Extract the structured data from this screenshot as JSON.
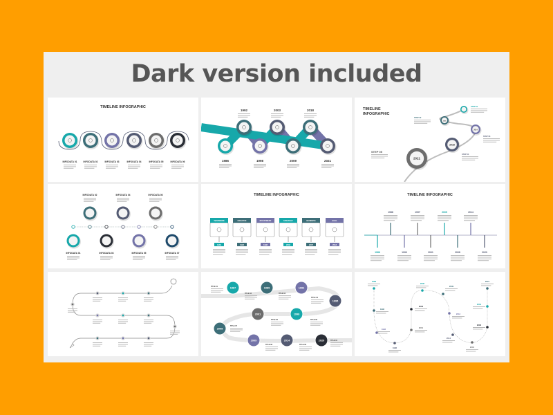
{
  "headline": "Dark version included",
  "colors": {
    "background": "#FF9E00",
    "panel": "#efefef",
    "teal": "#17a8aa",
    "darkTeal": "#3d6e78",
    "purple": "#7373a8",
    "slate": "#545b73",
    "grey": "#6d6d6d",
    "black": "#2a2e36"
  },
  "slides": [
    {
      "title": "TIMELINE INFOGRAPHIC",
      "labels": [
        "INFODATA 01",
        "INFODATA 02",
        "INFODATA 03",
        "INFODATA 04",
        "INFODATA 05",
        "INFODATA 06"
      ]
    },
    {
      "top_years": [
        "1992",
        "2003",
        "2018"
      ],
      "bottom_years": [
        "1986",
        "1998",
        "2009",
        "2021"
      ]
    },
    {
      "title_line1": "TIMELINE",
      "title_line2": "INFOGRAPHIC",
      "years": [
        "2021",
        "2018",
        "2014",
        "2009"
      ],
      "steps": [
        "STEP 01",
        "STEP 02",
        "STEP 03",
        "STEP 04",
        "STEP 05"
      ]
    },
    {
      "labels": [
        "INFODATA 01",
        "INFODATA 02",
        "INFODATA 03",
        "INFODATA 04",
        "INFODATA 05",
        "INFODATA 06",
        "INFODATA 07"
      ]
    },
    {
      "title": "TIMELINE INFOGRAPHIC",
      "categories": [
        "TEAMWORK",
        "CREATIVE",
        "INVESTMENT",
        "STRATEGY",
        "BUSINESS",
        "GOAL"
      ],
      "years": [
        "1984",
        "1992",
        "1998",
        "2003",
        "2007",
        "2018"
      ]
    },
    {
      "title": "TIMELINE INFOGRAPHIC",
      "top_years": [
        "1988",
        "1997",
        "2005",
        "2014"
      ],
      "bottom_years": [
        "1986",
        "1993",
        "2001",
        "2008",
        "2020"
      ]
    },
    {},
    {
      "years": [
        "1987",
        "1989",
        "1992",
        "1995",
        "2001",
        "1998",
        "2005",
        "2009",
        "2014",
        "2020"
      ],
      "titles": [
        "TITLE 01",
        "TITLE 02",
        "TITLE 03",
        "TITLE 04",
        "TITLE 05",
        "TITLE 06",
        "TITLE 07",
        "TITLE 08",
        "TITLE 09",
        "TITLE 10"
      ]
    },
    {
      "years": [
        "1989",
        "1992",
        "1993",
        "1996",
        "2003",
        "2001",
        "2006",
        "2009",
        "2012",
        "2014",
        "2016",
        "2021",
        "2019",
        "2018"
      ]
    }
  ]
}
